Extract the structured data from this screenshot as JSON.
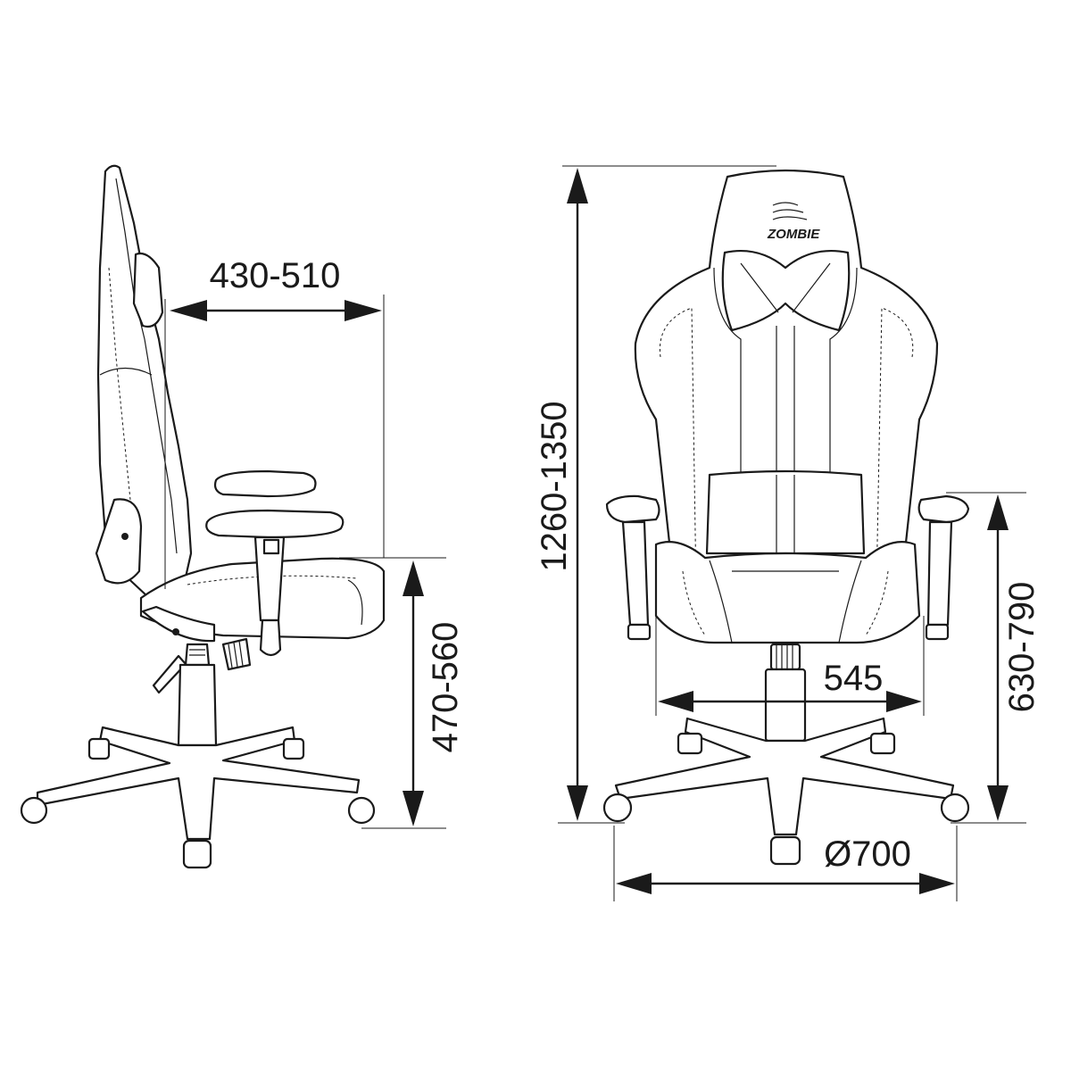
{
  "dimensions": {
    "seat_depth": "430-510",
    "seat_height": "470-560",
    "total_height": "1260-1350",
    "armrest_height": "630-790",
    "seat_width": "545",
    "base_diameter": "Ø700"
  },
  "brand": {
    "logo_text": "ZOMBIE"
  },
  "colors": {
    "line": "#1a1a1a",
    "background": "#ffffff"
  }
}
